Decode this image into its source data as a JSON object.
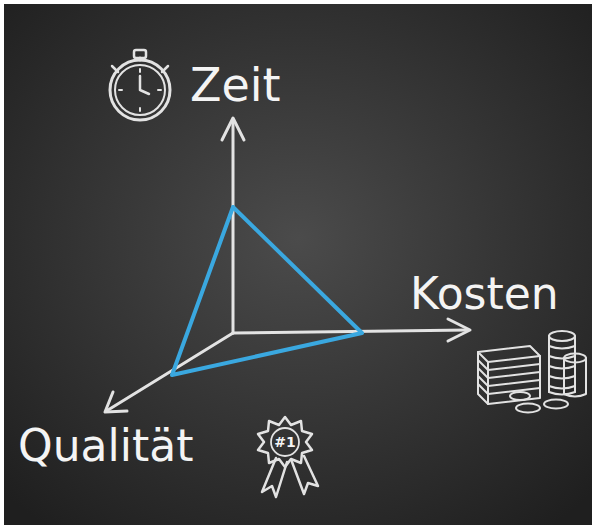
{
  "diagram": {
    "labels": [
      "Zeit",
      "Kosten",
      "Qualität",
      "#1"
    ]
  }
}
